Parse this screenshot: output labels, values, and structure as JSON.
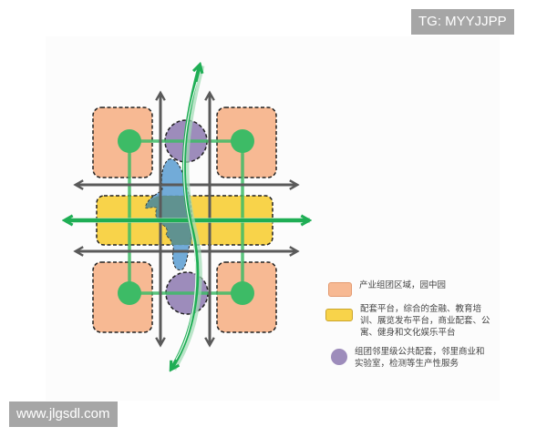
{
  "watermarks": {
    "top_right": "TG: MYYJJPP",
    "bottom_left": "www.jlgsdl.com"
  },
  "colors": {
    "industry_cluster": "#f7b993",
    "service_platform": "#f8d34a",
    "public_facility": "#9d8cbb",
    "green_network": "#2fb55a",
    "road_arrows": "#5a5a5a",
    "water_body": "#6aa6d6",
    "dashed_outline": "#222222"
  },
  "diagram": {
    "industry_blocks": 4,
    "public_facility_circles": 2,
    "green_nodes": 4,
    "road_axes": {
      "vertical": 2,
      "horizontal": 2
    },
    "green_corridors": [
      "horizontal double-arrow axis",
      "curved north-south double-arrow axis"
    ]
  },
  "legend": {
    "items": [
      {
        "swatch": "orange-rounded-rect",
        "label": "产业组团区域，园中园"
      },
      {
        "swatch": "yellow-rounded-rect",
        "label": "配套平台，综合的金融、教育培训、展览发布平台，商业配套、公寓、健身和文化娱乐平台"
      },
      {
        "swatch": "purple-circle",
        "label": "组团邻里级公共配套，邻里商业和实验室，检测等生产性服务"
      }
    ]
  }
}
